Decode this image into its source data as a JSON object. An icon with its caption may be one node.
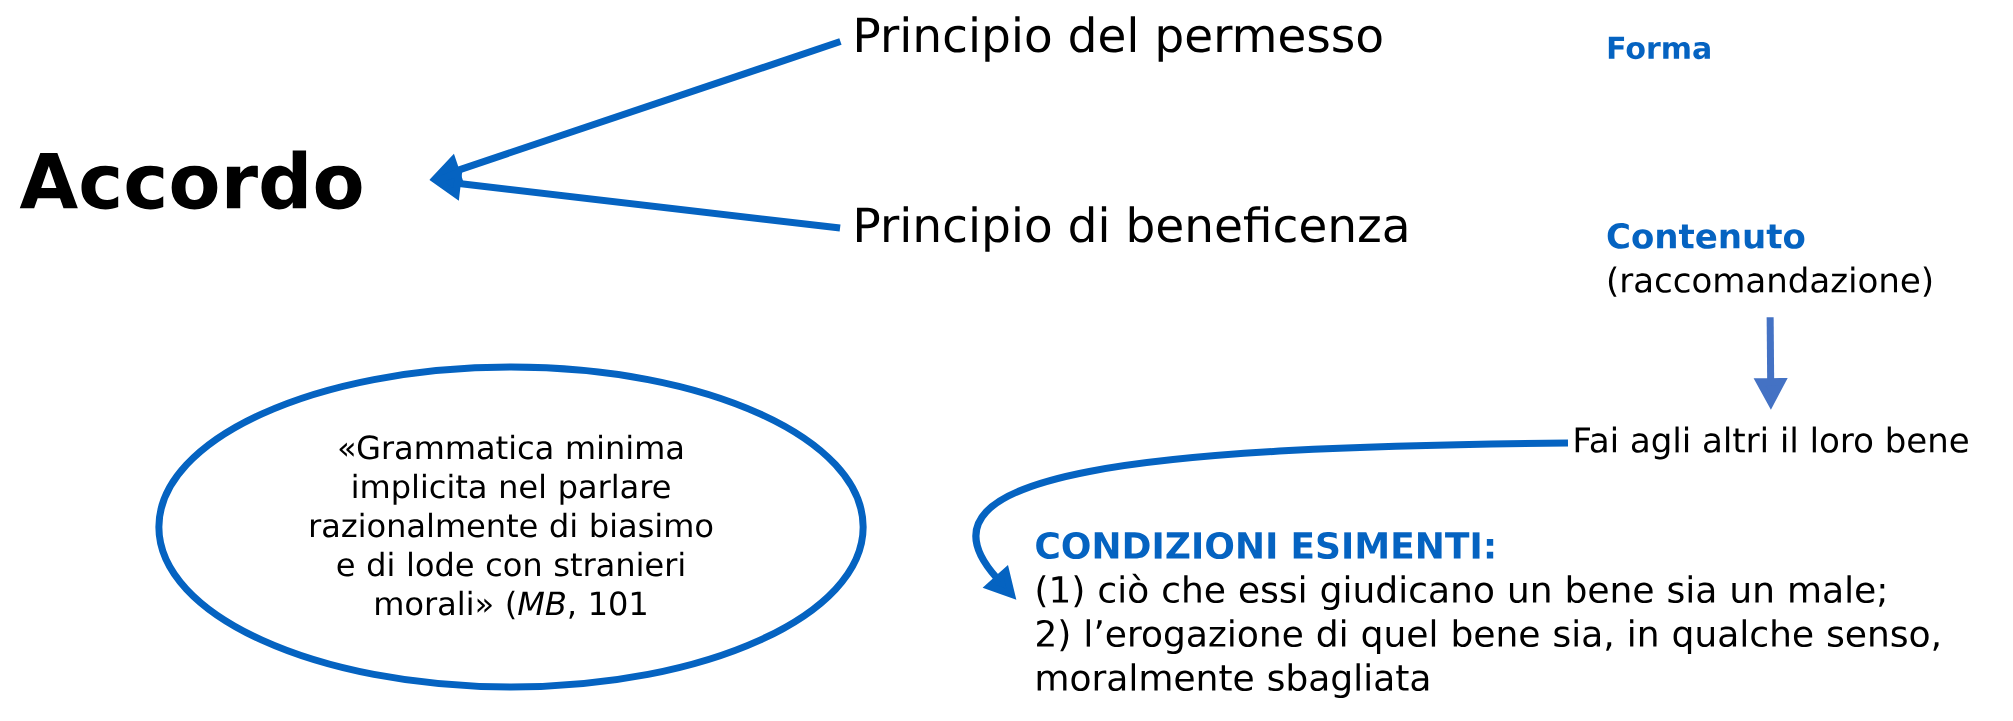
{
  "diagram": {
    "nodes": [
      {
        "text": [
          "Accordo"
        ]
      },
      {
        "text": [
          "Principio del permesso"
        ]
      },
      {
        "text": [
          "Principio di beneficenza"
        ]
      },
      {
        "text": [
          "Contenuto",
          "(raccomandazione)"
        ]
      },
      {
        "text": [
          "Fai agli altri il loro bene"
        ]
      },
      {
        "text": [
          "CONDIZIONI ESIMENTI:",
          "(1) ciò che essi giudicano un bene sia un male;",
          "2) l’erogazione di quel bene sia, in qualche senso, moralmente sbagliata"
        ]
      },
      {
        "text": [
          "«Grammatica minima implicita nel parlare razionalmente di biasimo e di lode con stranieri morali» (*MB*, 101"
        ]
      }
    ],
    "edges": [
      {
        "from": 1,
        "to": 0,
        "arrow": "to"
      },
      {
        "from": 2,
        "to": 0,
        "arrow": "to"
      },
      {
        "from": 3,
        "to": 4,
        "arrow": "to",
        "color": "#4472c4"
      },
      {
        "from": 4,
        "to": 5,
        "arrow": "to"
      }
    ],
    "labels": [
      "Forma"
    ]
  }
}
